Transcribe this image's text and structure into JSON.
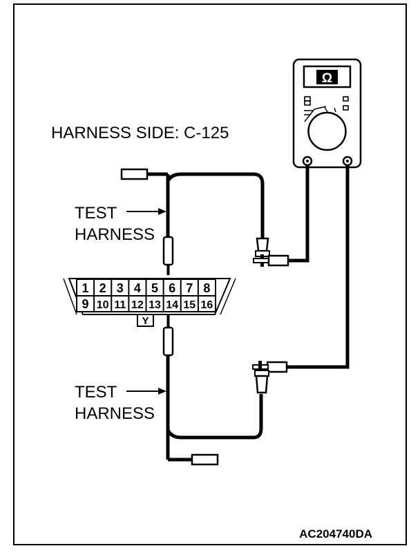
{
  "header_label": "HARNESS SIDE: C-125",
  "meter_symbol": "Ω",
  "upper_harness_label": [
    "TEST",
    "HARNESS"
  ],
  "lower_harness_label": [
    "TEST",
    "HARNESS"
  ],
  "connector": {
    "top_row": [
      "1",
      "2",
      "3",
      "4",
      "5",
      "6",
      "7",
      "8"
    ],
    "bottom_row": [
      "9",
      "10",
      "11",
      "12",
      "13",
      "14",
      "15",
      "16"
    ],
    "wire_color": "Y"
  },
  "figure_code": "AC204740DA",
  "colors": {
    "ink": "#000000",
    "paper": "#ffffff"
  }
}
